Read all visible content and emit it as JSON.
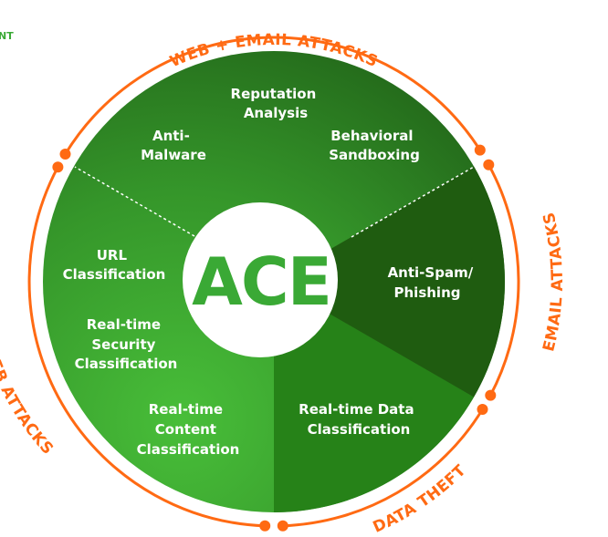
{
  "corner_text": "NT",
  "center_label": "ACE",
  "ring_labels": {
    "top": "WEB + EMAIL ATTACKS",
    "right": "EMAIL ATTACKS",
    "bottom": "DATA THEFT",
    "left": "WEB ATTACKS"
  },
  "segments": {
    "reputation": [
      "Reputation",
      "Analysis"
    ],
    "anti_malware": [
      "Anti-",
      "Malware"
    ],
    "sandboxing": [
      "Behavioral",
      "Sandboxing"
    ],
    "url": [
      "URL",
      "Classification"
    ],
    "security": [
      "Real-time",
      "Security",
      "Classification"
    ],
    "content": [
      "Real-time",
      "Content",
      "Classification"
    ],
    "data": [
      "Real-time Data",
      "Classification"
    ],
    "antispam": [
      "Anti-Spam/",
      "Phishing"
    ]
  },
  "colors": {
    "orange": "#ff6a13",
    "green_light": "#46bb38",
    "green_dark": "#1d5a0e",
    "ace_green": "#3aa935"
  }
}
